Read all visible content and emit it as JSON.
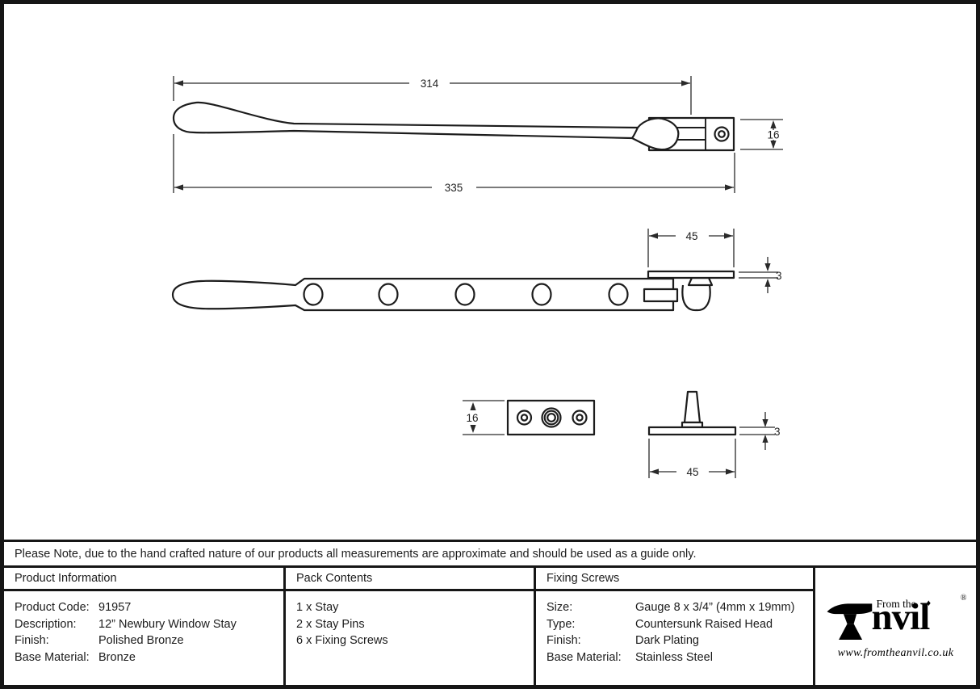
{
  "dimensions": {
    "side_view": {
      "arm_length": "314",
      "overall_length": "335",
      "bracket_height": "16"
    },
    "plan_view": {
      "plate_width": "45",
      "plate_thickness": "3"
    },
    "keep_plate": {
      "plate_height": "16"
    },
    "pin": {
      "base_width": "45",
      "base_thickness": "3"
    }
  },
  "note": "Please Note, due to the hand crafted nature of our products all measurements are approximate and should be used as a guide only.",
  "table": {
    "product_information": {
      "header": "Product Information",
      "rows": [
        {
          "label": "Product Code:",
          "value": "91957"
        },
        {
          "label": "Description:",
          "value": "12” Newbury Window Stay"
        },
        {
          "label": "Finish:",
          "value": "Polished Bronze"
        },
        {
          "label": "Base Material:",
          "value": "Bronze"
        }
      ]
    },
    "pack_contents": {
      "header": "Pack Contents",
      "items": [
        "1 x Stay",
        "2 x Stay Pins",
        "6 x Fixing Screws"
      ]
    },
    "fixing_screws": {
      "header": "Fixing Screws",
      "rows": [
        {
          "label": "Size:",
          "value": "Gauge 8 x 3/4” (4mm x 19mm)"
        },
        {
          "label": "Type:",
          "value": "Countersunk Raised Head"
        },
        {
          "label": "Finish:",
          "value": "Dark Plating"
        },
        {
          "label": "Base Material:",
          "value": "Stainless Steel"
        }
      ]
    }
  },
  "logo": {
    "prefix": "From the",
    "diamond": "♦",
    "brand_suffix": "nvil",
    "registered": "®",
    "url": "www.fromtheanvil.co.uk"
  },
  "colors": {
    "line": "#1c1c1c",
    "background": "#ffffff"
  }
}
